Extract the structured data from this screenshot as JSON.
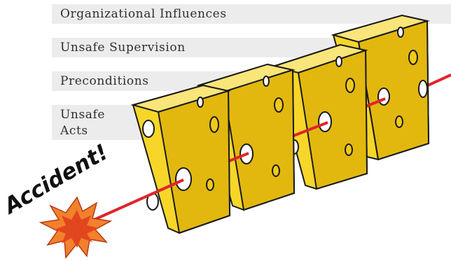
{
  "layers": {
    "organizational": "Organizational Influences",
    "supervision": "Unsafe Supervision",
    "preconditions": "Preconditions",
    "acts_line1": "Unsafe",
    "acts_line2": "Acts"
  },
  "accident_label": "Accident!",
  "colors": {
    "cheese_front": "#f7d629",
    "cheese_side": "#e2b80f",
    "cheese_top": "#fae57a",
    "hole": "#ffffff",
    "trajectory": "#e0242b",
    "burst_outer": "#f2802c",
    "burst_inner": "#e2461f",
    "band": "#ececec"
  },
  "icons": {
    "cheese_slice": "swiss-cheese-slice-icon",
    "explosion": "explosion-burst-icon"
  }
}
